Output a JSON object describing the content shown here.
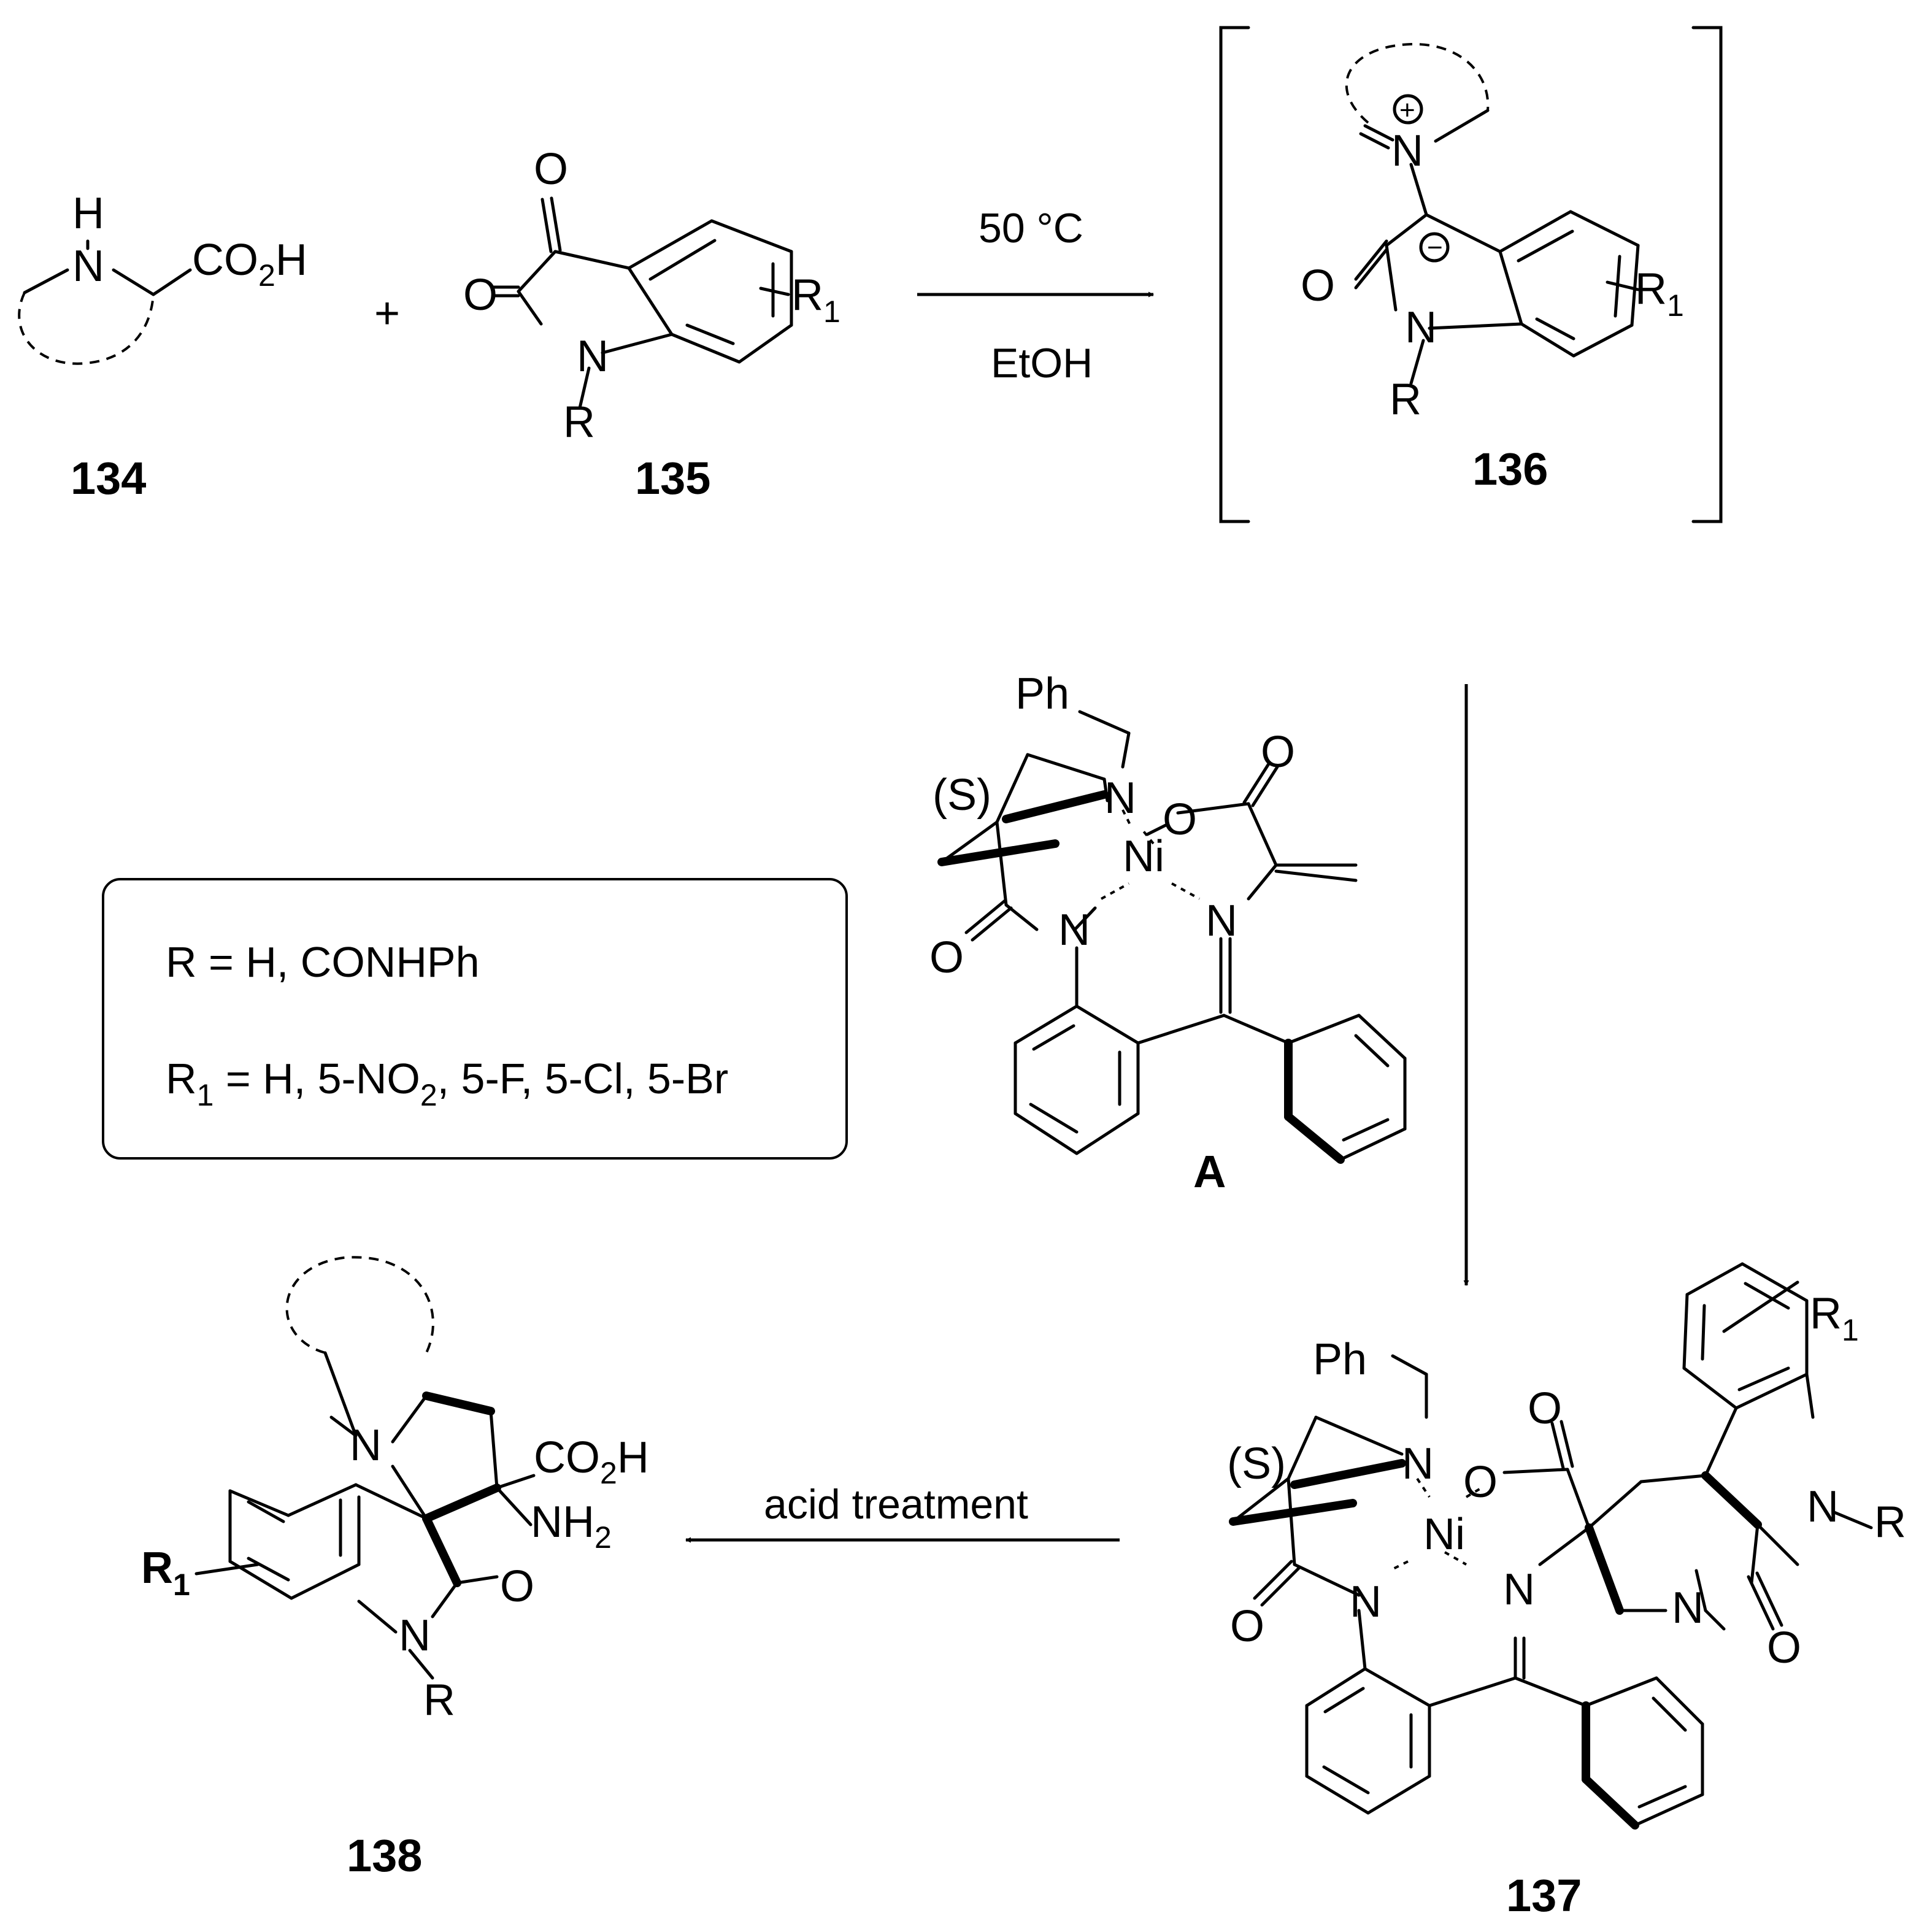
{
  "compounds": {
    "c134": {
      "label": "134",
      "atoms": {
        "H": "H",
        "N": "N",
        "acid": "CO",
        "acid_sub": "2",
        "acid_tail": "H"
      }
    },
    "plus": "+",
    "c135": {
      "label": "135",
      "atoms": {
        "O1": "O",
        "O2": "O",
        "N": "N",
        "R": "R",
        "R1": "R",
        "R1_sub": "1"
      }
    },
    "c136": {
      "label": "136",
      "atoms": {
        "Nplus": "N",
        "plus": "+",
        "minus": "−",
        "O": "O",
        "N": "N",
        "R": "R",
        "R1": "R",
        "R1_sub": "1"
      }
    },
    "A": {
      "label": "A",
      "atoms": {
        "Ph": "Ph",
        "S": "(S)",
        "N1": "N",
        "O1": "O",
        "O2": "O",
        "Ni": "Ni",
        "N2": "N",
        "N3": "N",
        "O3": "O"
      }
    },
    "c137": {
      "label": "137",
      "atoms": {
        "Ph": "Ph",
        "S": "(S)",
        "N1": "N",
        "O1": "O",
        "O2": "O",
        "Ni": "Ni",
        "N2": "N",
        "N3": "N",
        "O3": "O",
        "N4": "N",
        "R": "R",
        "R1": "R",
        "R1_sub": "1",
        "O4": "O"
      }
    },
    "c138": {
      "label": "138",
      "atoms": {
        "N1": "N",
        "acid": "CO",
        "acid_sub": "2",
        "acid_tail": "H",
        "amine": "NH",
        "amine_sub": "2",
        "O": "O",
        "N2": "N",
        "R": "R",
        "R1": "R",
        "R1_sub": "1"
      }
    }
  },
  "conditions": {
    "step1_above": "50 °C",
    "step1_below": "EtOH",
    "step3": "acid treatment"
  },
  "substituent_box": {
    "line1": "R = H, CONHPh",
    "line2_a": "R",
    "line2_a_sub": "1",
    "line2_b": " = H, 5-NO",
    "line2_b_sub": "2",
    "line2_c": ", 5-F, 5-Cl, 5-Br"
  }
}
